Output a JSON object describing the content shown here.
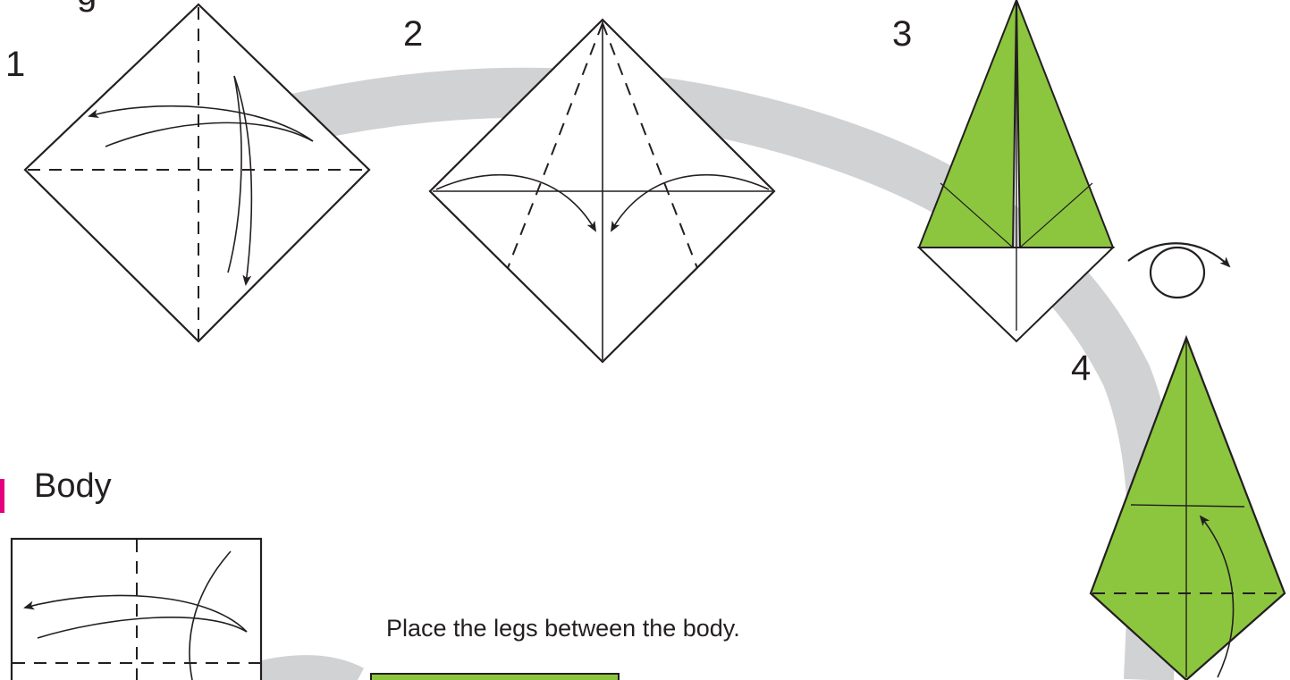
{
  "title_fragment": "g",
  "steps": [
    {
      "label": "1"
    },
    {
      "label": "2"
    },
    {
      "label": "3"
    },
    {
      "label": "4"
    }
  ],
  "body_section": {
    "title": "Body",
    "marker_color": "#e6007e"
  },
  "instruction": "Place the legs between the body.",
  "colors": {
    "paper_green": "#8cc63f",
    "line": "#231f20",
    "path_gray": "#d1d2d4",
    "paper_white": "#ffffff"
  },
  "icons": [
    "turn-over-icon",
    "fold-arrow-icon"
  ]
}
